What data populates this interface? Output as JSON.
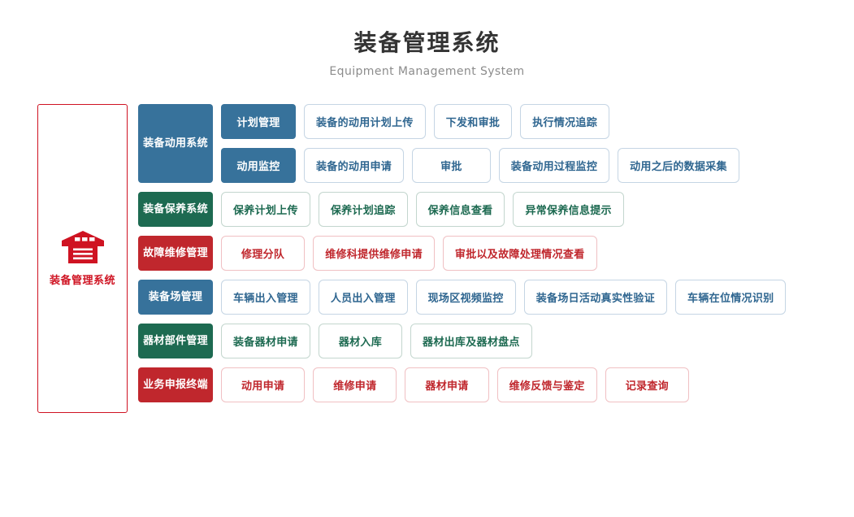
{
  "header": {
    "title": "装备管理系统",
    "subtitle": "Equipment Management System"
  },
  "hero": {
    "icon": "warehouse-icon",
    "label": "装备管理系统",
    "color": "#cf1322"
  },
  "colors": {
    "blue": "#37729b",
    "green": "#1d6a51",
    "red": "#c0272d",
    "card_blue_border": "#c5d5e4",
    "card_green_border": "#c3d6ce",
    "card_red_border": "#f0c0c3",
    "title": "#333333",
    "subtitle": "#8c8c8c"
  },
  "rows": [
    {
      "category": "装备动用系统",
      "theme": "blue",
      "subrows": [
        {
          "sub": "计划管理",
          "cards": [
            "装备的动用计划上传",
            "下发和审批",
            "执行情况追踪"
          ]
        },
        {
          "sub": "动用监控",
          "cards": [
            "装备的动用申请",
            "审批",
            "装备动用过程监控",
            "动用之后的数据采集"
          ]
        }
      ]
    },
    {
      "category": "装备保养系统",
      "theme": "green",
      "cards": [
        "保养计划上传",
        "保养计划追踪",
        "保养信息查看",
        "异常保养信息提示"
      ]
    },
    {
      "category": "故障维修管理",
      "theme": "red",
      "cards": [
        "修理分队",
        "维修科提供维修申请",
        "审批以及故障处理情况查看"
      ]
    },
    {
      "category": "装备场管理",
      "theme": "blue",
      "cards": [
        "车辆出入管理",
        "人员出入管理",
        "现场区视频监控",
        "装备场日活动真实性验证",
        "车辆在位情况识别"
      ]
    },
    {
      "category": "器材部件管理",
      "theme": "green",
      "cards": [
        "装备器材申请",
        "器材入库",
        "器材出库及器材盘点"
      ]
    },
    {
      "category": "业务申报终端",
      "theme": "red",
      "cards": [
        "动用申请",
        "维修申请",
        "器材申请",
        "维修反馈与鉴定",
        "记录查询"
      ]
    }
  ]
}
